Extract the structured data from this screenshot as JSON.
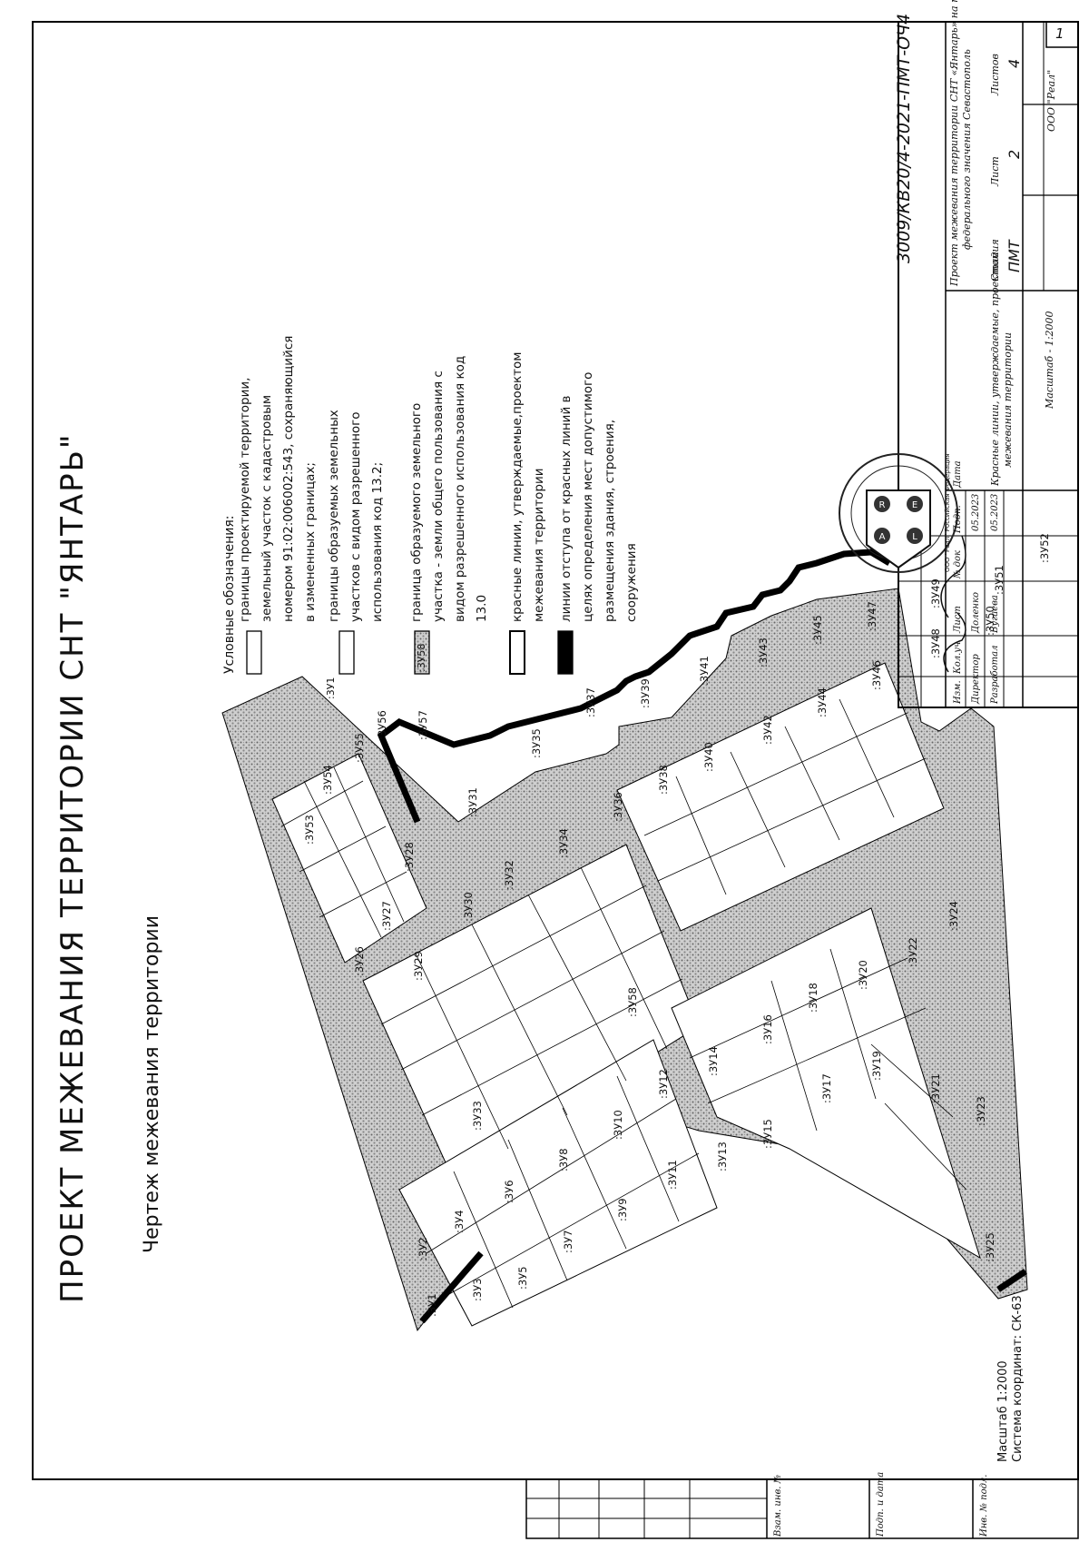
{
  "sheet": {
    "sheet_number": "1",
    "title": "ПРОЕКТ МЕЖЕВАНИЯ ТЕРРИТОРИИ СНТ \"ЯНТАРЬ\"",
    "subtitle": "Чертеж межевания территории",
    "scale_note_1": "Масштаб 1:2000",
    "scale_note_2": "Система координат: СК-63"
  },
  "legend": {
    "heading": "Условные обозначения:",
    "items": [
      {
        "symbol": "white-box",
        "lines": [
          "границы проектируемой территории,",
          "земельный участок с кадастровым",
          "номером 91:02:006002:543, сохраняющийся",
          "в измененных границах;"
        ]
      },
      {
        "symbol": "white-box-label",
        "label": ":3У1",
        "lines": [
          "границы образуемых земельных",
          "участков с видом разрешенного",
          "использования код 13.2;"
        ]
      },
      {
        "symbol": "hatched-box-label",
        "label": ":3У58",
        "lines": [
          "граница образуемого земельного",
          "участка - земли общего пользования с",
          "видом разрешенного использования код",
          "13.0"
        ]
      },
      {
        "symbol": "red-line-box",
        "lines": [
          "красные линии, утверждаемые,проектом",
          "межевания территории"
        ]
      },
      {
        "symbol": "black-box",
        "lines": [
          "линии отступа от красных линий в",
          "целях определения мест допустимого",
          "размещения здания, строения,",
          "сооружения"
        ]
      }
    ]
  },
  "plots": [
    ":3У1",
    ":3У2",
    ":3У3",
    ":3У4",
    ":3У5",
    ":3У6",
    ":3У7",
    ":3У8",
    ":3У9",
    ":3У10",
    ":3У11",
    ":3У12",
    ":3У13",
    ":3У14",
    ":3У15",
    ":3У16",
    ":3У17",
    ":3У18",
    ":3У19",
    ":3У20",
    ":3У21",
    ":3У22",
    ":3У23",
    ":3У24",
    ":3У25",
    ":3У26",
    ":3У27",
    ":3У28",
    ":3У29",
    ":3У30",
    ":3У31",
    ":3У32",
    ":3У33",
    ":3У34",
    ":3У35",
    ":3У36",
    ":3У37",
    ":3У38",
    ":3У39",
    ":3У40",
    ":3У41",
    ":3У42",
    ":3У43",
    ":3У44",
    ":3У45",
    ":3У46",
    ":3У47",
    ":3У48",
    ":3У49",
    ":3У50",
    ":3У51",
    ":3У52",
    ":3У53",
    ":3У54",
    ":3У55",
    ":3У56",
    ":3У57",
    ":3У58"
  ],
  "stamp": {
    "doc_number": "3009/КВ20/4-2021-ПМТ-ОЧ4",
    "project_title_1": "Проект межевания территории СНТ «Янтарь» на территории города",
    "project_title_2": "федерального значения Севастополь",
    "sheet_title_1": "Красные линии, утверждаемые, проектом",
    "sheet_title_2": "межевания территории",
    "stage_label": "Стадия",
    "sheet_label": "Лист",
    "sheets_label": "Листов",
    "stage_value": "ПМТ",
    "sheet_value": "2",
    "sheets_value": "4",
    "scale": "Масштаб - 1:2000",
    "company": "ООО \"Реал\"",
    "col_izm": "Изм.",
    "col_kol": "Кол.уч",
    "col_list": "Лист",
    "col_ndok": "№ док",
    "col_podp": "Подп.",
    "col_data": "Дата",
    "role_1": "Директор",
    "name_1": "Доленко",
    "date_1": "05.2023",
    "role_2": "Разработал",
    "name_2": "Бугаева",
    "date_2": "05.2023",
    "seal_text": "ООО \"Реал\" Российская Федерация"
  },
  "left_strip": {
    "label_1": "Взам. инв. №",
    "label_2": "Подп. и дата",
    "label_3": "Инв. № подл."
  }
}
